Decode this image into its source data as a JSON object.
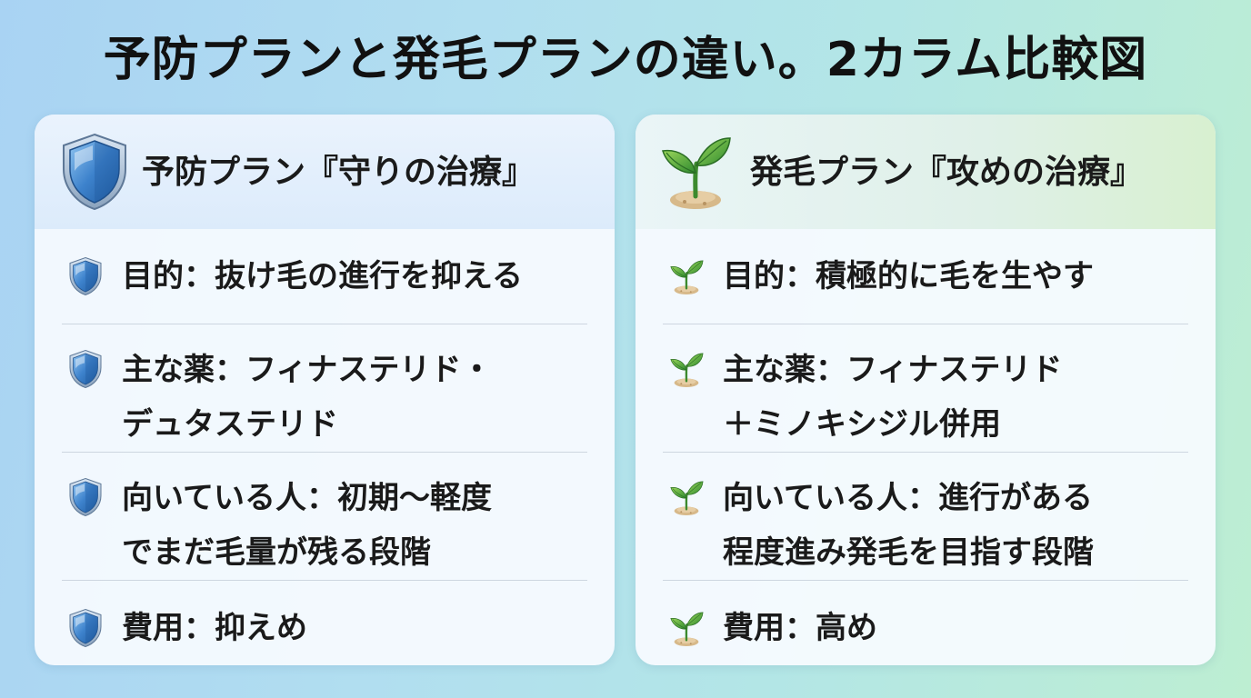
{
  "title": "予防プランと発毛プランの違い。2カラム比較図",
  "columns": [
    {
      "icon": "shield-icon",
      "header": "予防プラン『守りの治療』",
      "items": [
        {
          "icon": "shield-icon",
          "text": "目的：抜け毛の進行を抑える"
        },
        {
          "icon": "shield-icon",
          "text": "主な薬：フィナステリド・\nデュタステリド"
        },
        {
          "icon": "shield-icon",
          "text": "向いている人：初期〜軽度\nでまだ毛量が残る段階"
        },
        {
          "icon": "shield-icon",
          "text": "費用：抑えめ"
        }
      ]
    },
    {
      "icon": "sprout-icon",
      "header": "発毛プラン『攻めの治療』",
      "items": [
        {
          "icon": "sprout-icon",
          "text": "目的：積極的に毛を生やす"
        },
        {
          "icon": "sprout-icon",
          "text": "主な薬：フィナステリド\n＋ミノキシジル併用"
        },
        {
          "icon": "sprout-icon",
          "text": "向いている人：進行がある\n程度進み発毛を目指す段階"
        },
        {
          "icon": "sprout-icon",
          "text": "費用：高め"
        }
      ]
    }
  ],
  "colors": {
    "shield_blue": "#2f6fb8",
    "sprout_green": "#3c9a3c",
    "soil": "#d7b98a"
  }
}
